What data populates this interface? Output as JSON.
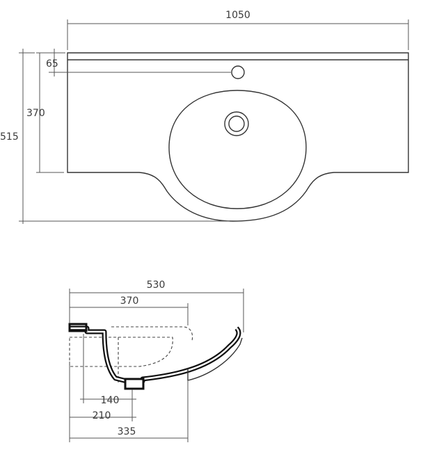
{
  "top_view": {
    "dims": {
      "overall_width": "1050",
      "tap_offset": "65",
      "bowl_depth": "370",
      "overall_depth": "515"
    }
  },
  "section_view": {
    "dims": {
      "overall_depth": "530",
      "bowl_depth": "370",
      "waste_offset": "140",
      "waste_to_front": "210",
      "bowl_to_front": "335"
    }
  }
}
